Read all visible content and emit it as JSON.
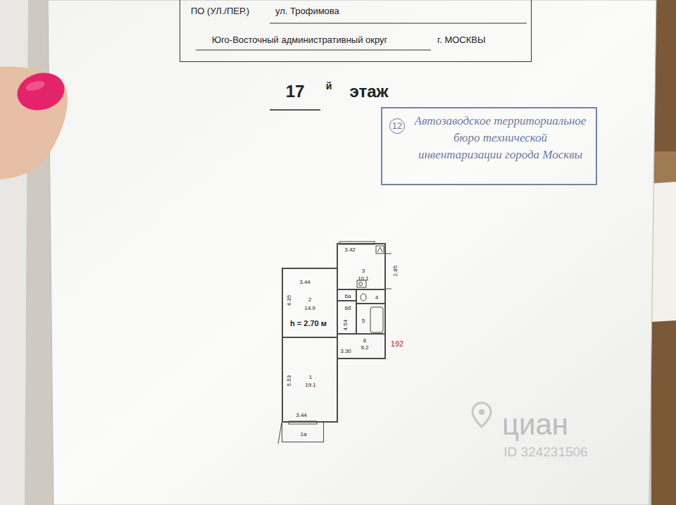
{
  "diagram": {
    "nodes": [
      {
        "text": [
          "ПО (УЛ./ПЕР.)",
          "ул. Трофимова",
          "Юго-Восточный административный округ",
          "г. МОСКВЫ"
        ]
      },
      {
        "text": [
          "12",
          "Автозаводское территориальное бюро технической инвентаризации города Москвы"
        ]
      },
      {
        "text": [
          "2",
          "14.9"
        ]
      },
      {
        "text": [
          "1",
          "19.1"
        ]
      },
      {
        "text": [
          "3",
          "10.1"
        ]
      },
      {
        "text": [
          "4"
        ]
      },
      {
        "text": [
          "5"
        ]
      },
      {
        "text": [
          "6",
          "9.2"
        ]
      },
      {
        "text": [
          "6а"
        ]
      },
      {
        "text": [
          "6б"
        ]
      },
      {
        "text": [
          "1а"
        ]
      }
    ],
    "labels": [
      "17",
      "й",
      "этаж",
      "3.42",
      "2.85",
      "3.44",
      "4.35",
      "4.54",
      "3.30",
      "5.53",
      "3.44",
      "h = 2.70 м",
      "192",
      "циан",
      "ID 324231506"
    ]
  }
}
